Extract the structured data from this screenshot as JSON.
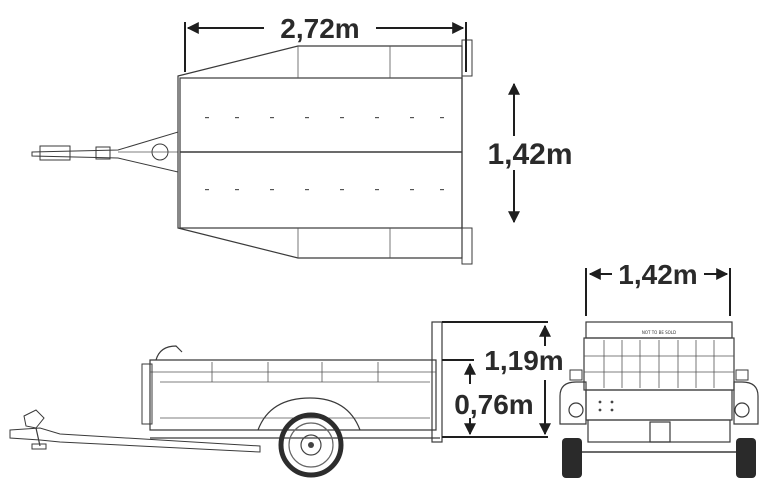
{
  "dimensions": {
    "length": "2,72m",
    "width_top": "1,42m",
    "height_total": "1,19m",
    "height_bed": "0,76m",
    "width_rear": "1,42m"
  },
  "rear_plate_text": "NOT TO BE SOLD"
}
